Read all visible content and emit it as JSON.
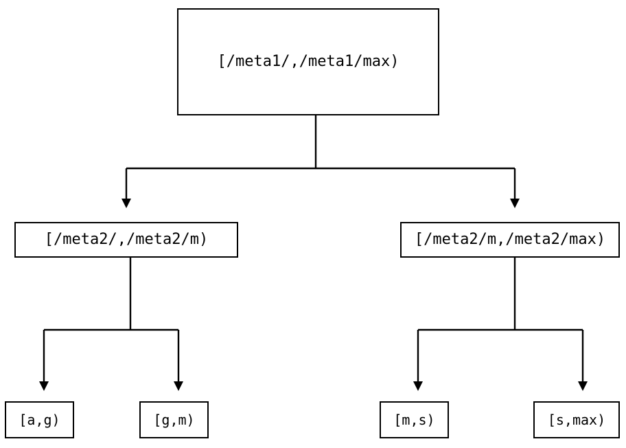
{
  "diagram": {
    "title": "interval-partition-tree",
    "type": "tree",
    "background_color": "#ffffff",
    "stroke_color": "#000000",
    "text_color": "#000000",
    "nodes": {
      "root": {
        "label": "[/meta1/,/meta1/max)"
      },
      "mid_left": {
        "label": "[/meta2/,/meta2/m)"
      },
      "mid_right": {
        "label": "[/meta2/m,/meta2/max)"
      },
      "leaf_1": {
        "label": "[a,g)"
      },
      "leaf_2": {
        "label": "[g,m)"
      },
      "leaf_3": {
        "label": "[m,s)"
      },
      "leaf_4": {
        "label": "[s,max)"
      }
    },
    "edges": [
      {
        "from": "root",
        "to": "mid_left",
        "arrow": "down"
      },
      {
        "from": "root",
        "to": "mid_right",
        "arrow": "down"
      },
      {
        "from": "mid_left",
        "to": "leaf_1",
        "arrow": "down"
      },
      {
        "from": "mid_left",
        "to": "leaf_2",
        "arrow": "down"
      },
      {
        "from": "mid_right",
        "to": "leaf_3",
        "arrow": "down"
      },
      {
        "from": "mid_right",
        "to": "leaf_4",
        "arrow": "down"
      }
    ]
  }
}
